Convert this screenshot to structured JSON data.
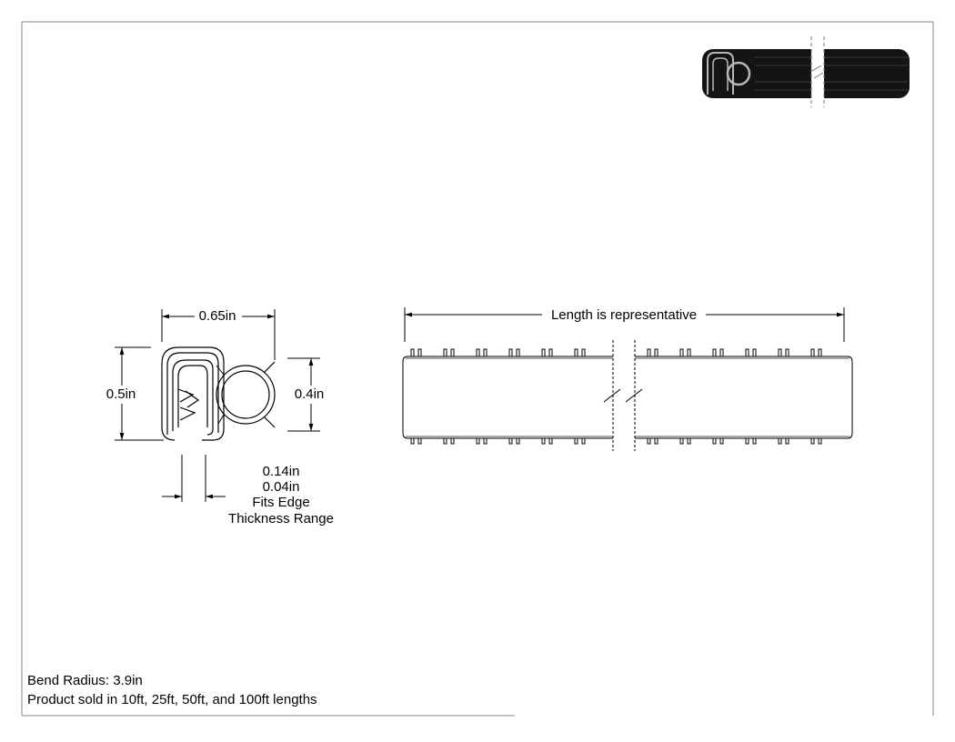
{
  "dimensions": {
    "width_label": "0.65in",
    "height_label": "0.5in",
    "bulb_height_label": "0.4in",
    "edge_max": "0.14in",
    "edge_min": "0.04in",
    "edge_caption_1": "Fits Edge",
    "edge_caption_2": "Thickness Range"
  },
  "length_label": "Length is representative",
  "notes": {
    "bend_radius": "Bend Radius: 3.9in",
    "lengths": "Product sold in 10ft, 25ft, 50ft, and 100ft lengths"
  },
  "colors": {
    "line": "#000000",
    "frame": "#888888",
    "product": "#141414",
    "clip": "#b8b8b8"
  }
}
